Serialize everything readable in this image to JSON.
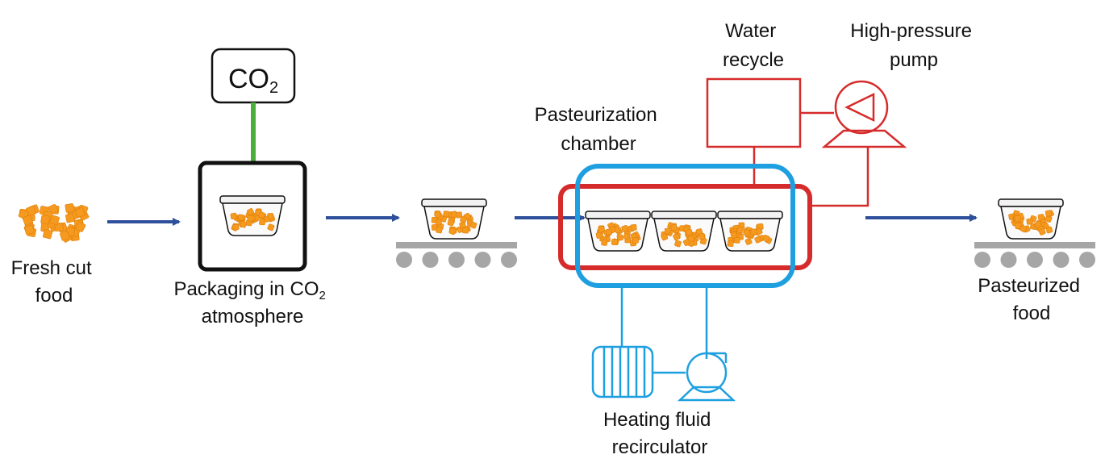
{
  "labels": {
    "fresh_food": [
      "Fresh cut",
      "food"
    ],
    "co2_box": {
      "main": "CO",
      "sub": "2"
    },
    "packaging": {
      "line1_main": "Packaging in CO",
      "line1_sub": "2",
      "line2": "atmosphere"
    },
    "pasteurization_chamber": [
      "Pasteurization",
      "chamber"
    ],
    "water_recycle": [
      "Water",
      "recycle"
    ],
    "high_pressure_pump": [
      "High-pressure",
      "pump"
    ],
    "heating_recirculator": [
      "Heating fluid",
      "recirculator"
    ],
    "pasteurized_food": [
      "Pasteurized",
      "food"
    ]
  },
  "colors": {
    "flow_arrow": "#2e4f9a",
    "co2_line": "#4caf3c",
    "water_circuit": "#d62b2b",
    "heating_circuit": "#1e9fe0",
    "food": "#f59a1f",
    "conveyor": "#a6a6a6",
    "outline": "#111111"
  },
  "icons": {
    "food_pile": "food-cubes-icon",
    "container": "food-container-icon",
    "conveyor": "conveyor-icon",
    "pump": "pump-icon",
    "heat_exchanger": "heat-exchanger-icon"
  }
}
